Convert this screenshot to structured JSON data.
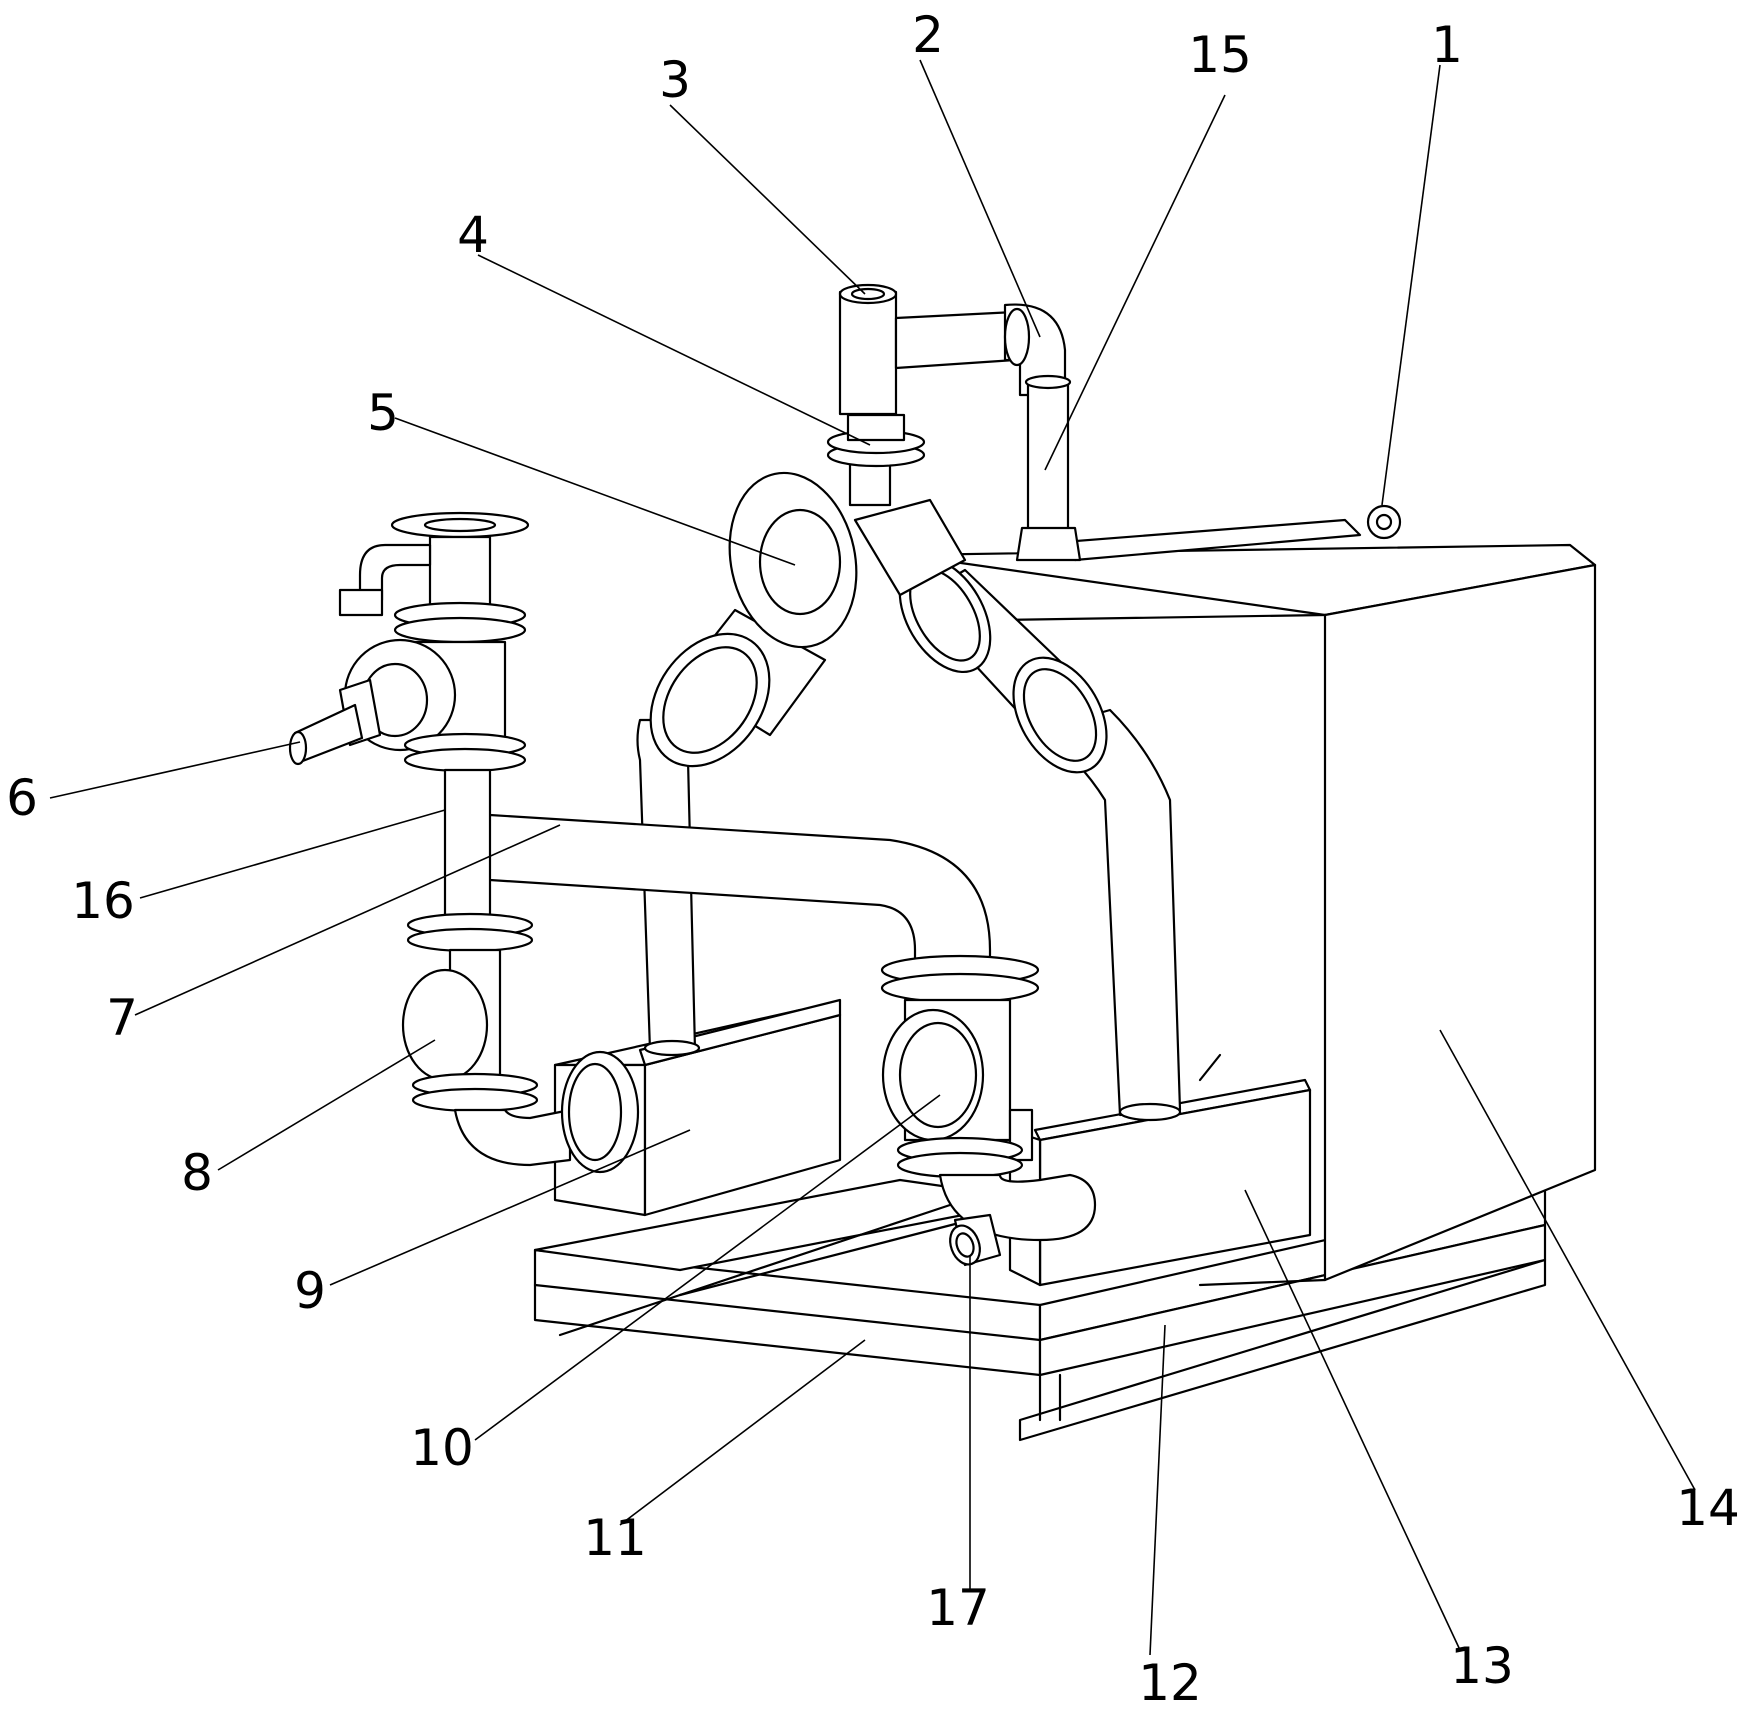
{
  "labels": [
    {
      "id": "1",
      "text": "1"
    },
    {
      "id": "2",
      "text": "2"
    },
    {
      "id": "3",
      "text": "3"
    },
    {
      "id": "4",
      "text": "4"
    },
    {
      "id": "5",
      "text": "5"
    },
    {
      "id": "6",
      "text": "6"
    },
    {
      "id": "7",
      "text": "7"
    },
    {
      "id": "8",
      "text": "8"
    },
    {
      "id": "9",
      "text": "9"
    },
    {
      "id": "10",
      "text": "10"
    },
    {
      "id": "11",
      "text": "11"
    },
    {
      "id": "12",
      "text": "12"
    },
    {
      "id": "13",
      "text": "13"
    },
    {
      "id": "14",
      "text": "14"
    },
    {
      "id": "15",
      "text": "15"
    },
    {
      "id": "16",
      "text": "16"
    },
    {
      "id": "17",
      "text": "17"
    }
  ]
}
